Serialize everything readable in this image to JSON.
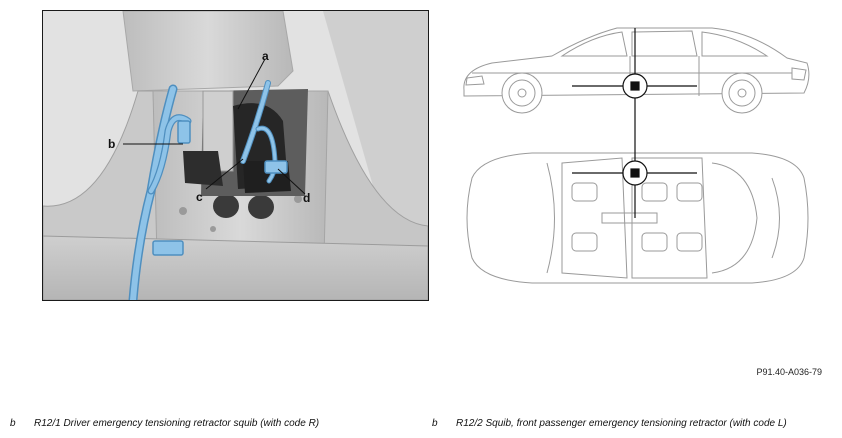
{
  "callouts": {
    "a": "a",
    "b": "b",
    "c": "c",
    "d": "d"
  },
  "reference_code": "P91.40-A036-79",
  "legend": [
    {
      "letter": "b",
      "text": "R12/1 Driver emergency tensioning retractor squib (with code R)"
    },
    {
      "letter": "b",
      "text": "R12/2 Squib, front passenger emergency tensioning retractor (with code L)"
    }
  ],
  "colors": {
    "harness": "#8ec3e8",
    "harness_outline": "#4f8fbf",
    "body_panel": "#d6d6d6",
    "dark_component": "#2b2b2b",
    "line_drawing": "#9a9a9a"
  },
  "icons": [
    "location-marker-icon",
    "location-marker-icon"
  ]
}
